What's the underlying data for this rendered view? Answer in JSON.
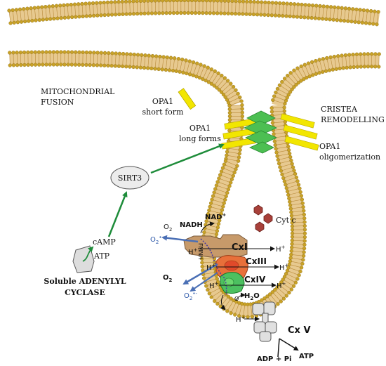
{
  "labels": {
    "mito_fusion_line1": "MITOCHONDRIAL",
    "mito_fusion_line2": "FUSION",
    "opa1_short_line1": "OPA1",
    "opa1_short_line2": "short form",
    "cristea_line1": "CRISTEA",
    "cristea_line2": "REMODELLING",
    "opa1_long_line1": "OPA1",
    "opa1_long_line2": "long forms",
    "opa1_olig_line1": "OPA1",
    "opa1_olig_line2": "oligomerization",
    "sirt3": "SIRT3",
    "camp": "cAMP",
    "atp_left": "ATP",
    "adenylyl_line1": "Soluble ADENYLYL",
    "adenylyl_line2": "CYCLASE",
    "cyt_c": "Cyt c",
    "nadh": "NADH",
    "nad": "NAD",
    "nad_sup": "+",
    "o2_top": "O",
    "o2_top_sub": "2",
    "superoxide_top": "O",
    "superoxide_top_sub": "2",
    "superoxide_top_sup": "•-",
    "o2_mid": "O",
    "o2_mid_sub": "2",
    "superoxide_mid": "O",
    "superoxide_mid_sub": "2",
    "superoxide_mid_sup": "•-",
    "fmnh2": "FMNH",
    "cxi": "CxI",
    "cxiii": "CxIII",
    "cxiv": "CxIV",
    "cxv": "Cx V",
    "h_plus": "H",
    "h_sup": "+",
    "h2o": "H",
    "h2o_sub": "2",
    "h2o_o": "O",
    "o_small": "O",
    "adp_pi": "ADP + Pi",
    "atp_bottom": "ATP"
  },
  "colors": {
    "membrane_head": "#c9a227",
    "membrane_tail": "#e7c98f",
    "opa1_yellow": "#f2e600",
    "opa1_green": "#4cbf52",
    "arrow_green": "#1e8c3a",
    "arrow_blue": "#4a6fb5",
    "cxi_fill": "#c79a6a",
    "cxiii_fill": "#e8703a",
    "cxiv_fill": "#4cc060",
    "cxv_fill": "#e0e0e0",
    "cytc_fill": "#a8403a",
    "sirt3_fill": "#ececec",
    "dotted_path": "#4a3aa0"
  }
}
